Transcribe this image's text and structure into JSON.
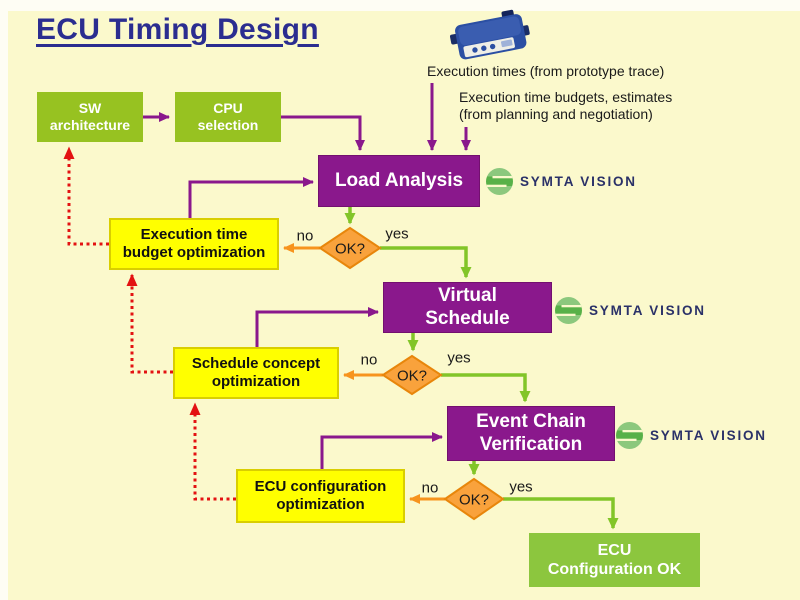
{
  "palette": {
    "background": "#FBF9CC",
    "margin_strip": "#FEFDF4",
    "title_color": "#2B2D90",
    "green_box": "#97C221",
    "green_box_bottom": "#8CC63E",
    "purple_box": "#8A188C",
    "yellow_box": "#FFFF00",
    "yellow_box_border": "#D9CE00",
    "diamond_fill": "#F9A23C",
    "diamond_border": "#E8860B",
    "purple_arrow": "#8A188C",
    "green_arrow": "#82C528",
    "orange_arrow": "#F7941D",
    "red_dotted_arrow": "#E31212",
    "logo_text_color": "#2A3168",
    "logo_icon_green": "#58B148",
    "ecu_device_blue": "#2B4FA3"
  },
  "title": "ECU Timing Design",
  "annotations": {
    "prototype_trace": "Execution times (from prototype trace)",
    "budgets": "Execution time budgets, estimates\n(from planning and negotiation)"
  },
  "nodes": {
    "sw_architecture": {
      "label": "SW\narchitecture"
    },
    "cpu_selection": {
      "label": "CPU\nselection"
    },
    "load_analysis": {
      "label": "Load Analysis"
    },
    "exec_time_budget_opt": {
      "label": "Execution time\nbudget optimization"
    },
    "virtual_schedule": {
      "label": "Virtual\nSchedule"
    },
    "schedule_concept_opt": {
      "label": "Schedule concept\noptimization"
    },
    "event_chain_verification": {
      "label": "Event Chain\nVerification"
    },
    "ecu_config_opt": {
      "label": "ECU configuration\noptimization"
    },
    "ecu_config_ok": {
      "label": "ECU\nConfiguration OK"
    }
  },
  "decisions": [
    {
      "label": "OK?",
      "no": "no",
      "yes": "yes"
    },
    {
      "label": "OK?",
      "no": "no",
      "yes": "yes"
    },
    {
      "label": "OK?",
      "no": "no",
      "yes": "yes"
    }
  ],
  "logos": [
    {
      "text": "SYMTA VISION"
    },
    {
      "text": "SYMTA VISION"
    },
    {
      "text": "SYMTA VISION"
    }
  ]
}
